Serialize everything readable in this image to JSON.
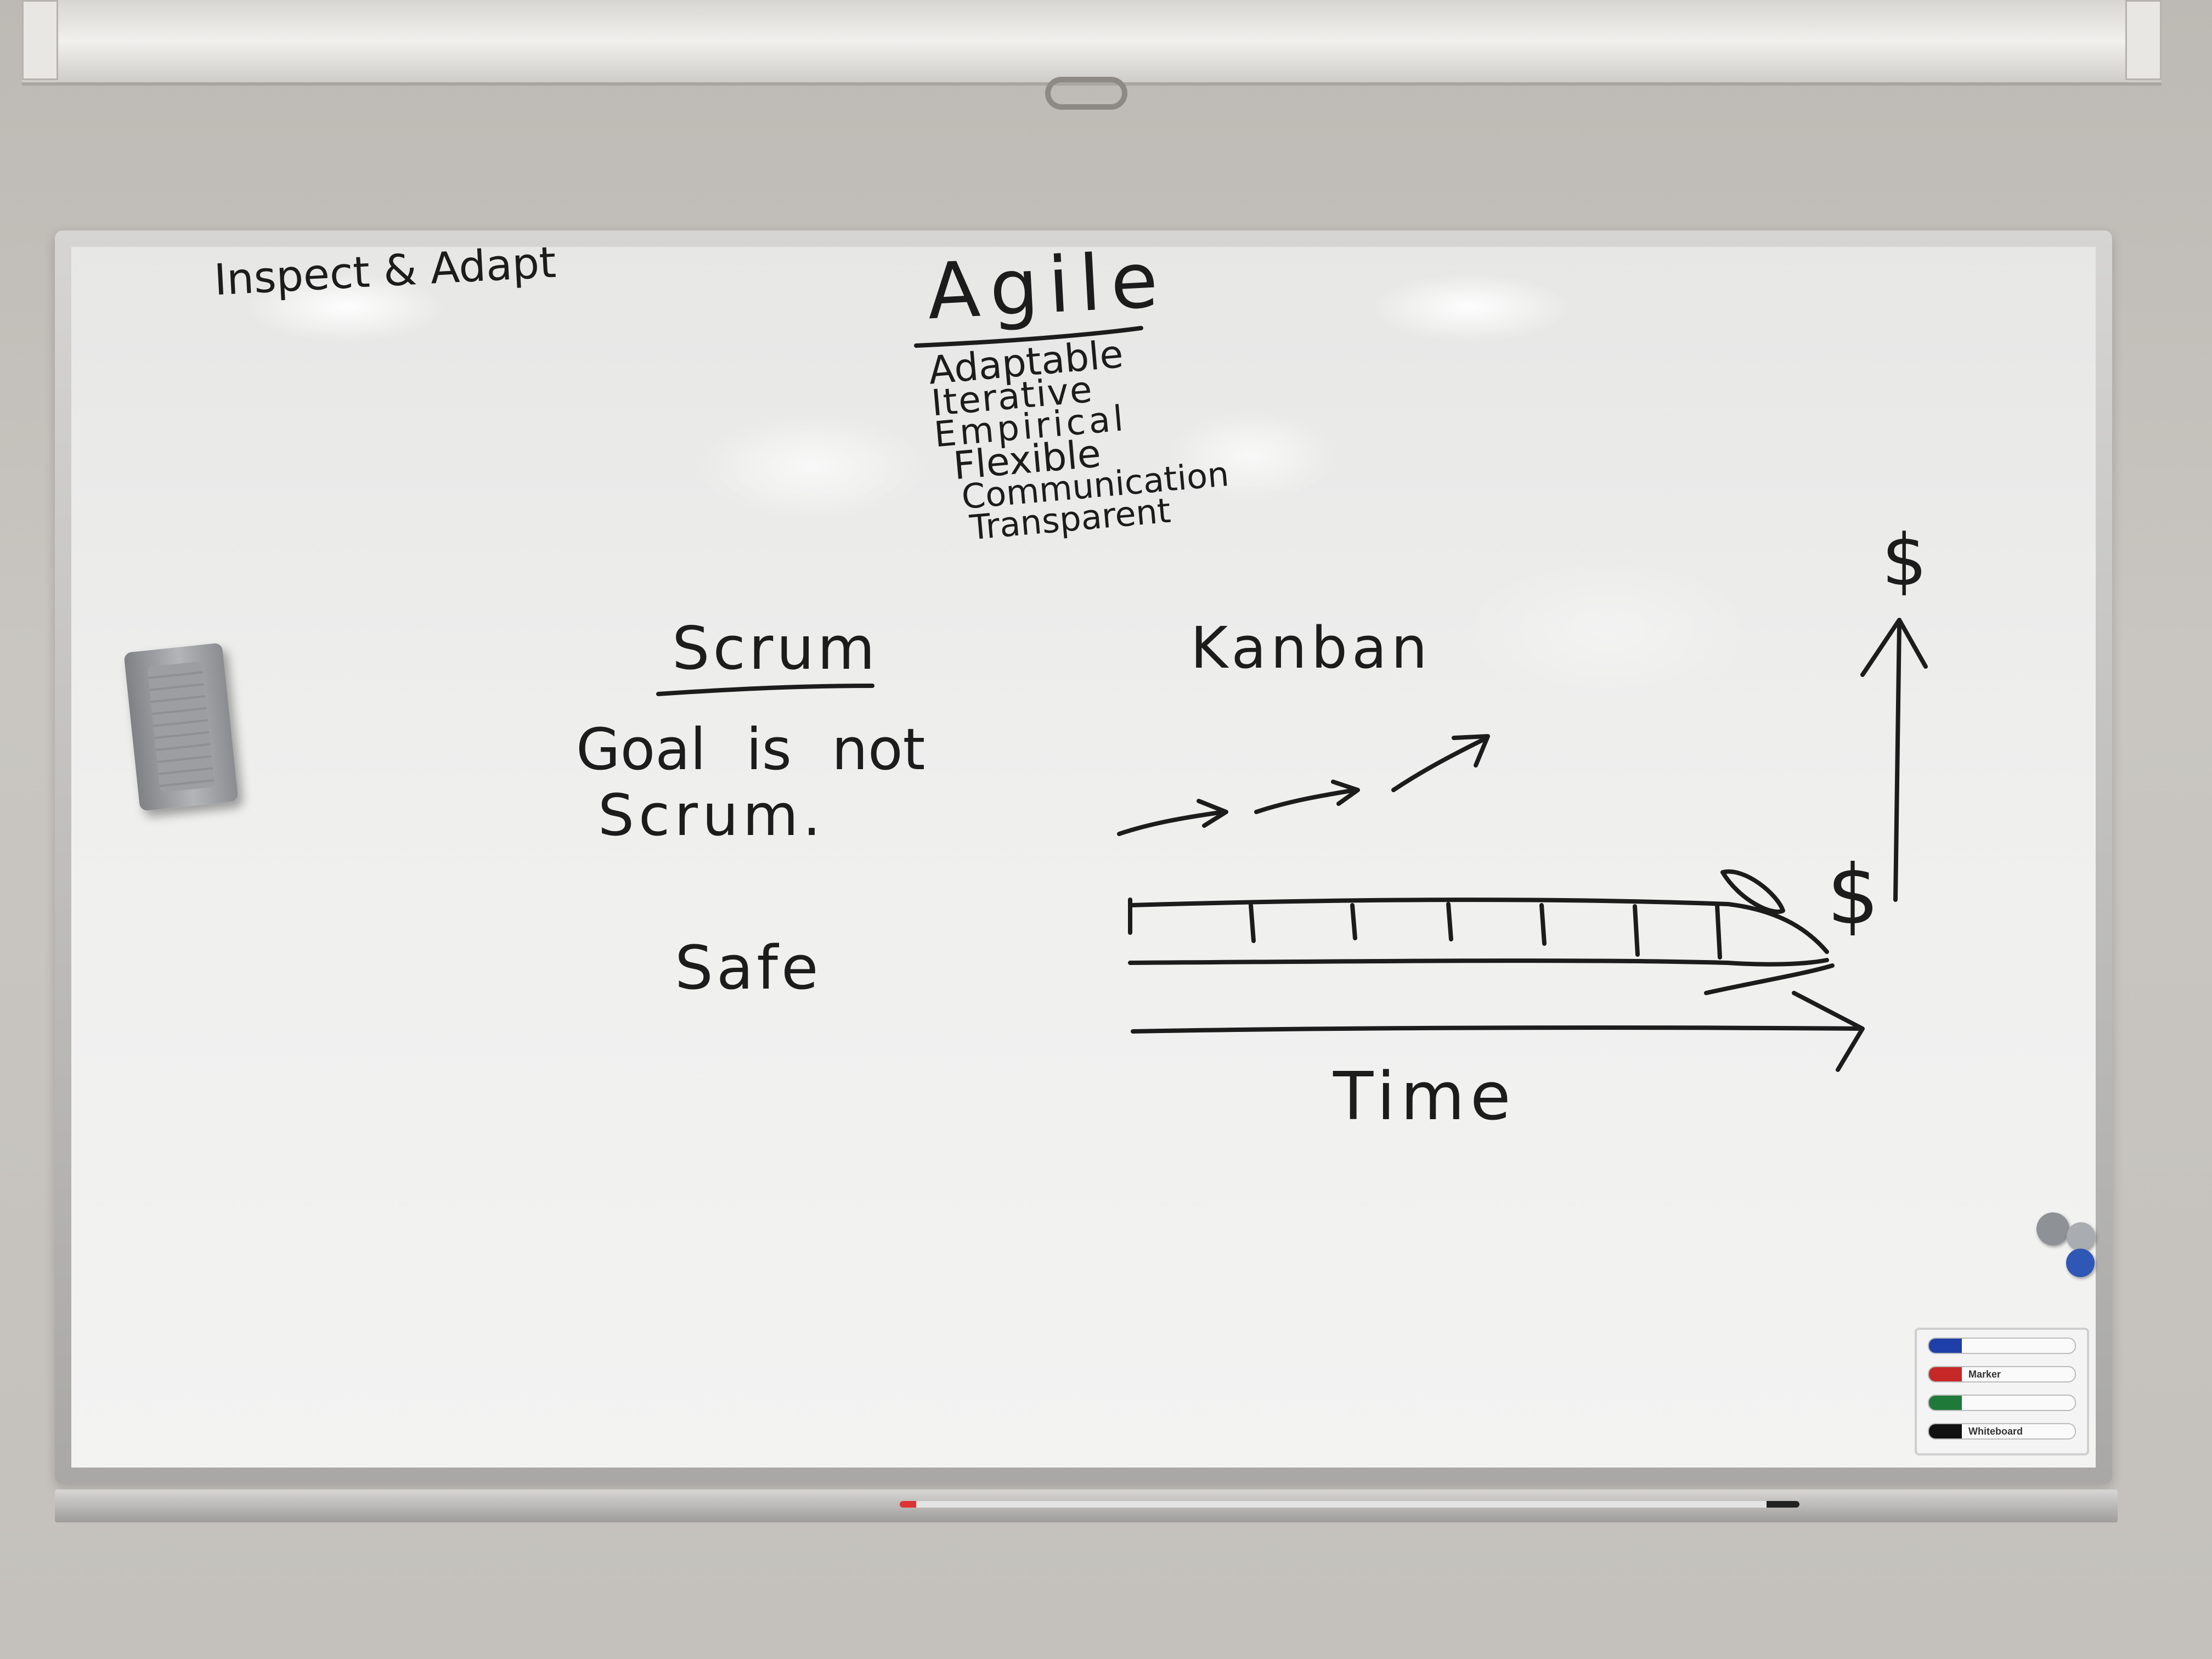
{
  "scene": {
    "type": "whiteboard-photo",
    "board_color": "#efefee",
    "ink_color": "#1c1c1c"
  },
  "whiteboard": {
    "top_left_note": "Inspect & Adapt",
    "title": "Agile",
    "agile_terms": [
      "Adaptable",
      "Iterative",
      "Empirical",
      "Flexible",
      "Communication",
      "Transparent"
    ],
    "scrum_heading": "Scrum",
    "scrum_note_line1": "Goal is not",
    "scrum_note_line2": "Scrum.",
    "safe_label": "Safe",
    "kanban_label": "Kanban",
    "dollar_top": "$",
    "dollar_right": "$",
    "time_label": "Time"
  },
  "marker_rack": {
    "markers": [
      {
        "cap_color": "#1f3fa8",
        "brand": ""
      },
      {
        "cap_color": "#c62828",
        "brand": "Marker"
      },
      {
        "cap_color": "#1f7a3a",
        "brand": ""
      },
      {
        "cap_color": "#111111",
        "brand": "Whiteboard"
      }
    ]
  },
  "magnets": [
    {
      "color": "#8e9196"
    },
    {
      "color": "#2f57b5"
    }
  ]
}
